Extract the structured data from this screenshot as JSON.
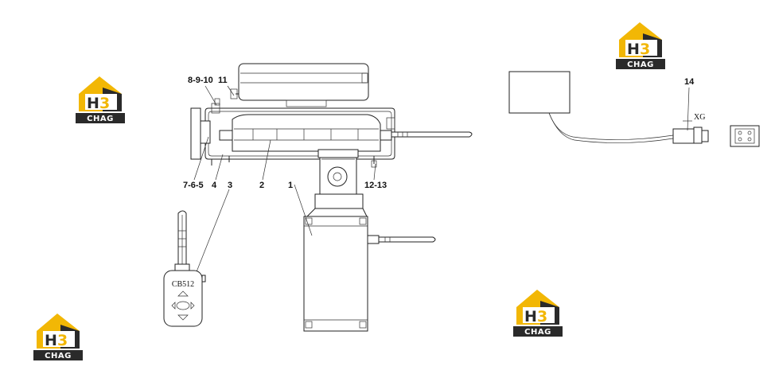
{
  "logo": {
    "wordmark": "CHAG",
    "monogram": "H3"
  },
  "remote": {
    "model": "CB512"
  },
  "callouts": {
    "c1": "1",
    "c2": "2",
    "c3": "3",
    "c4": "4",
    "c765": "7-6-5",
    "c8910": "8-9-10",
    "c11": "11",
    "c1213": "12-13",
    "c14": "14"
  },
  "connector": {
    "label": "XG"
  },
  "colors": {
    "logo_yellow": "#f2b705",
    "logo_dark": "#222222",
    "line": "#222222"
  }
}
